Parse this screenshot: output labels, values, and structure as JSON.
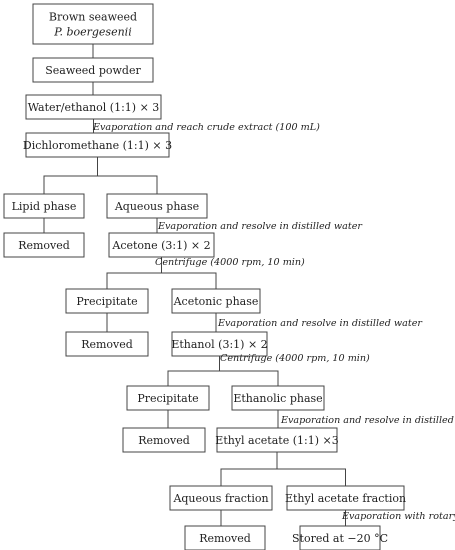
{
  "nodes": [
    {
      "id": "n1",
      "lines": [
        "Brown seaweed",
        "P. boergesenii"
      ],
      "italic_lines": [
        1
      ]
    },
    {
      "id": "n2",
      "lines": [
        "Seaweed powder"
      ]
    },
    {
      "id": "n3",
      "lines": [
        "Water/ethanol (1:1) × 3"
      ]
    },
    {
      "id": "n4",
      "lines": [
        "Dichloromethane (1:1) × 3"
      ]
    },
    {
      "id": "n5",
      "lines": [
        "Lipid phase"
      ]
    },
    {
      "id": "n6",
      "lines": [
        "Aqueous phase"
      ]
    },
    {
      "id": "n7",
      "lines": [
        "Removed"
      ]
    },
    {
      "id": "n8",
      "lines": [
        "Acetone (3:1) × 2"
      ]
    },
    {
      "id": "n9",
      "lines": [
        "Precipitate"
      ]
    },
    {
      "id": "n10",
      "lines": [
        "Acetonic phase"
      ]
    },
    {
      "id": "n11",
      "lines": [
        "Removed"
      ]
    },
    {
      "id": "n12",
      "lines": [
        "Ethanol (3:1) × 2"
      ]
    },
    {
      "id": "n13",
      "lines": [
        "Precipitate"
      ]
    },
    {
      "id": "n14",
      "lines": [
        "Ethanolic phase"
      ]
    },
    {
      "id": "n15",
      "lines": [
        "Removed"
      ]
    },
    {
      "id": "n16",
      "lines": [
        "Ethyl acetate (1:1) ×3"
      ]
    },
    {
      "id": "n17",
      "lines": [
        "Aqueous fraction"
      ]
    },
    {
      "id": "n18",
      "lines": [
        "Ethyl acetate fraction"
      ]
    },
    {
      "id": "n19",
      "lines": [
        "Removed"
      ]
    },
    {
      "id": "n20",
      "lines": [
        "Stored at −20 °C"
      ]
    }
  ],
  "annotations": [
    {
      "id": "a1",
      "text": "Evaporation and reach crude extract (100 mL)"
    },
    {
      "id": "a2",
      "text": "Evaporation and resolve in distilled water"
    },
    {
      "id": "a3",
      "text": "Centrifuge (4000 rpm, 10 min)"
    },
    {
      "id": "a4",
      "text": "Evaporation and resolve in distilled water"
    },
    {
      "id": "a5",
      "text": "Centrifuge (4000 rpm, 10 min)"
    },
    {
      "id": "a6",
      "text": "Evaporation and resolve in distilled water"
    },
    {
      "id": "a7",
      "text": "Evaporation with rotary"
    }
  ],
  "edges": [
    [
      "n1",
      "n2"
    ],
    [
      "n2",
      "n3"
    ],
    [
      "n3",
      "n4"
    ],
    [
      "n4",
      "n5"
    ],
    [
      "n4",
      "n6"
    ],
    [
      "n5",
      "n7"
    ],
    [
      "n6",
      "n8"
    ],
    [
      "n8",
      "n9"
    ],
    [
      "n8",
      "n10"
    ],
    [
      "n9",
      "n11"
    ],
    [
      "n10",
      "n12"
    ],
    [
      "n12",
      "n13"
    ],
    [
      "n12",
      "n14"
    ],
    [
      "n13",
      "n15"
    ],
    [
      "n14",
      "n16"
    ],
    [
      "n16",
      "n17"
    ],
    [
      "n16",
      "n18"
    ],
    [
      "n17",
      "n19"
    ],
    [
      "n18",
      "n20"
    ]
  ]
}
